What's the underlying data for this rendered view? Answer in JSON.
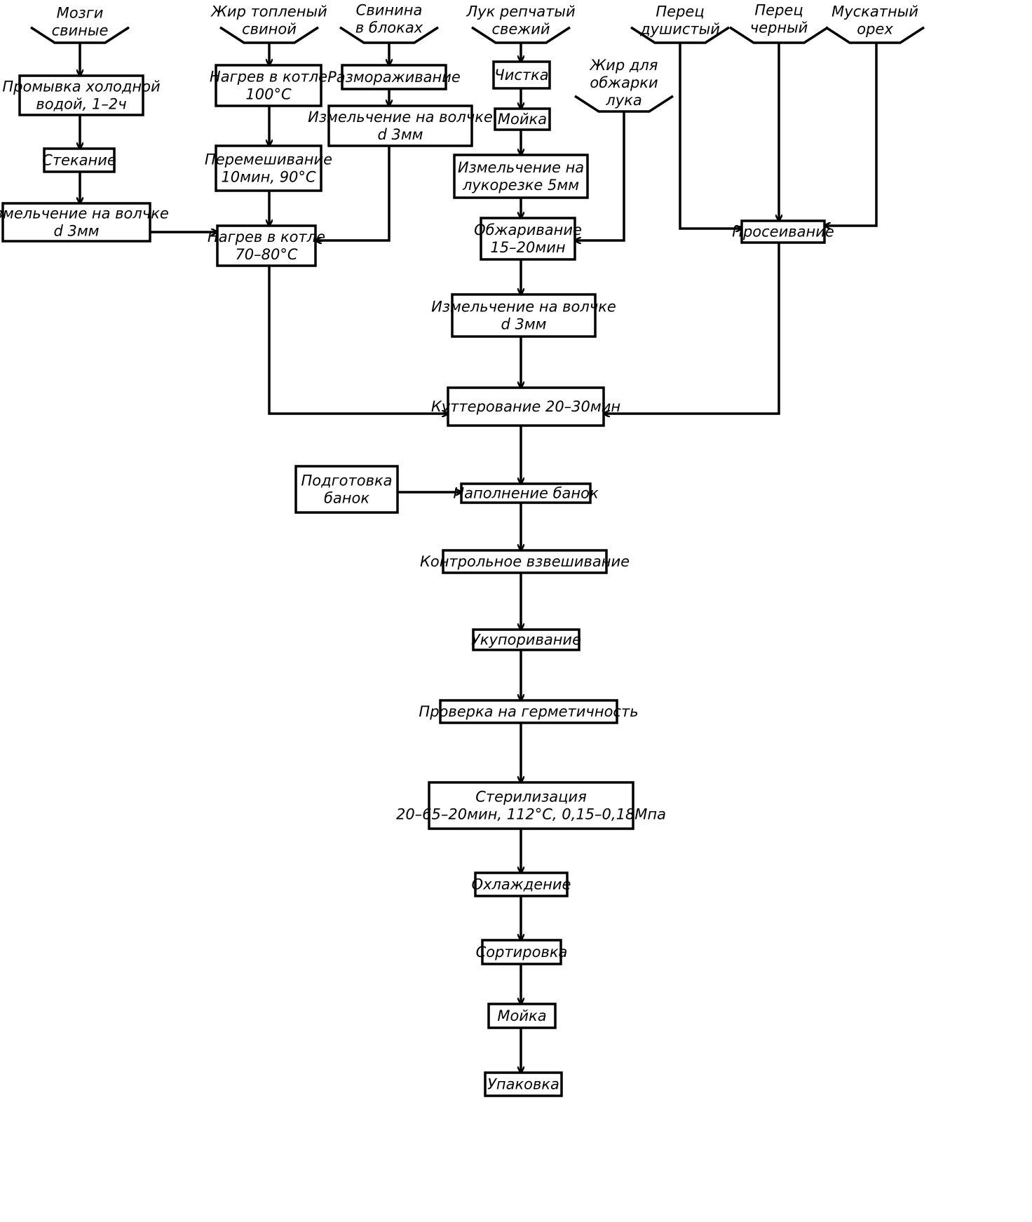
{
  "inputs": {
    "brain": [
      "Мозги",
      "свиные"
    ],
    "fat": [
      "Жир топленый",
      "свиной"
    ],
    "pork": [
      "Свинина",
      "в блоках"
    ],
    "onion": [
      "Лук репчатый",
      "свежий"
    ],
    "fry_fat": [
      "Жир для",
      "обжарки",
      "лука"
    ],
    "allspice": [
      "Перец",
      "душистый"
    ],
    "pepper": [
      "Перец",
      "черный"
    ],
    "nutmeg": [
      "Мускатный",
      "орех"
    ]
  },
  "steps": {
    "wash_brain": [
      "Промывка холодной",
      "водой, 1–2ч"
    ],
    "drain": [
      "Стекание"
    ],
    "mince_brain": [
      "Измельчение на волчке",
      "d 3мм"
    ],
    "heat_fat": [
      "Нагрев в котле",
      "100°С"
    ],
    "stir": [
      "Перемешивание",
      "10мин, 90°С"
    ],
    "heat_mix": [
      "Нагрев в котле",
      "70–80°С"
    ],
    "thaw": [
      "Размораживание"
    ],
    "mince_pork": [
      "Измельчение на волчке",
      "d 3мм"
    ],
    "peel": [
      "Чистка"
    ],
    "wash_onion": [
      "Мойка"
    ],
    "slice_onion": [
      "Измельчение на",
      "лукорезке 5мм"
    ],
    "fry": [
      "Обжаривание",
      "15–20мин"
    ],
    "mince_onion": [
      "Измельчение на волчке",
      "d 3мм"
    ],
    "sift": [
      "Просеивание"
    ],
    "cutter": [
      "Куттерование 20–30мин"
    ],
    "cans_prep": [
      "Подготовка",
      "банок"
    ],
    "fill": [
      "Наполнение банок"
    ],
    "weigh": [
      "Контрольное взвешивание"
    ],
    "seal": [
      "Укупоривание"
    ],
    "leak_test": [
      "Проверка на герметичность"
    ],
    "sterilize": [
      "Стерилизация",
      "20–65–20мин, 112°С, 0,15–0,18Мпа"
    ],
    "cool": [
      "Охлаждение"
    ],
    "sort": [
      "Сортировка"
    ],
    "wash_cans": [
      "Мойка"
    ],
    "pack": [
      "Упаковка"
    ]
  }
}
